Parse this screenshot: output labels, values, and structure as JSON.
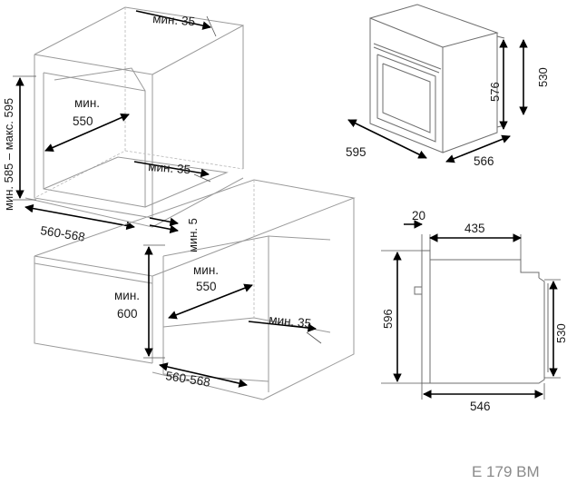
{
  "cabinet_top": {
    "height_label": "мин. 585 – макс. 595",
    "depth_label": "мин.\n550",
    "depth_line1": "мин.",
    "depth_line2": "550",
    "width_label": "560-568",
    "back_gap_top": "мин. 35",
    "back_gap_mid": "мин. 35",
    "gap_5": "мин. 5"
  },
  "cabinet_bottom": {
    "height_line1": "мин.",
    "height_line2": "600",
    "depth_line1": "мин.",
    "depth_line2": "550",
    "back_gap": "мин. 35",
    "width_label": "560-568"
  },
  "oven_iso": {
    "width": "595",
    "depth": "566",
    "height_inner": "576",
    "height_outer": "530"
  },
  "oven_side": {
    "front": "20",
    "top_depth": "435",
    "height": "596",
    "inner_height": "530",
    "bottom_depth": "546"
  },
  "model": "E 179 BM"
}
